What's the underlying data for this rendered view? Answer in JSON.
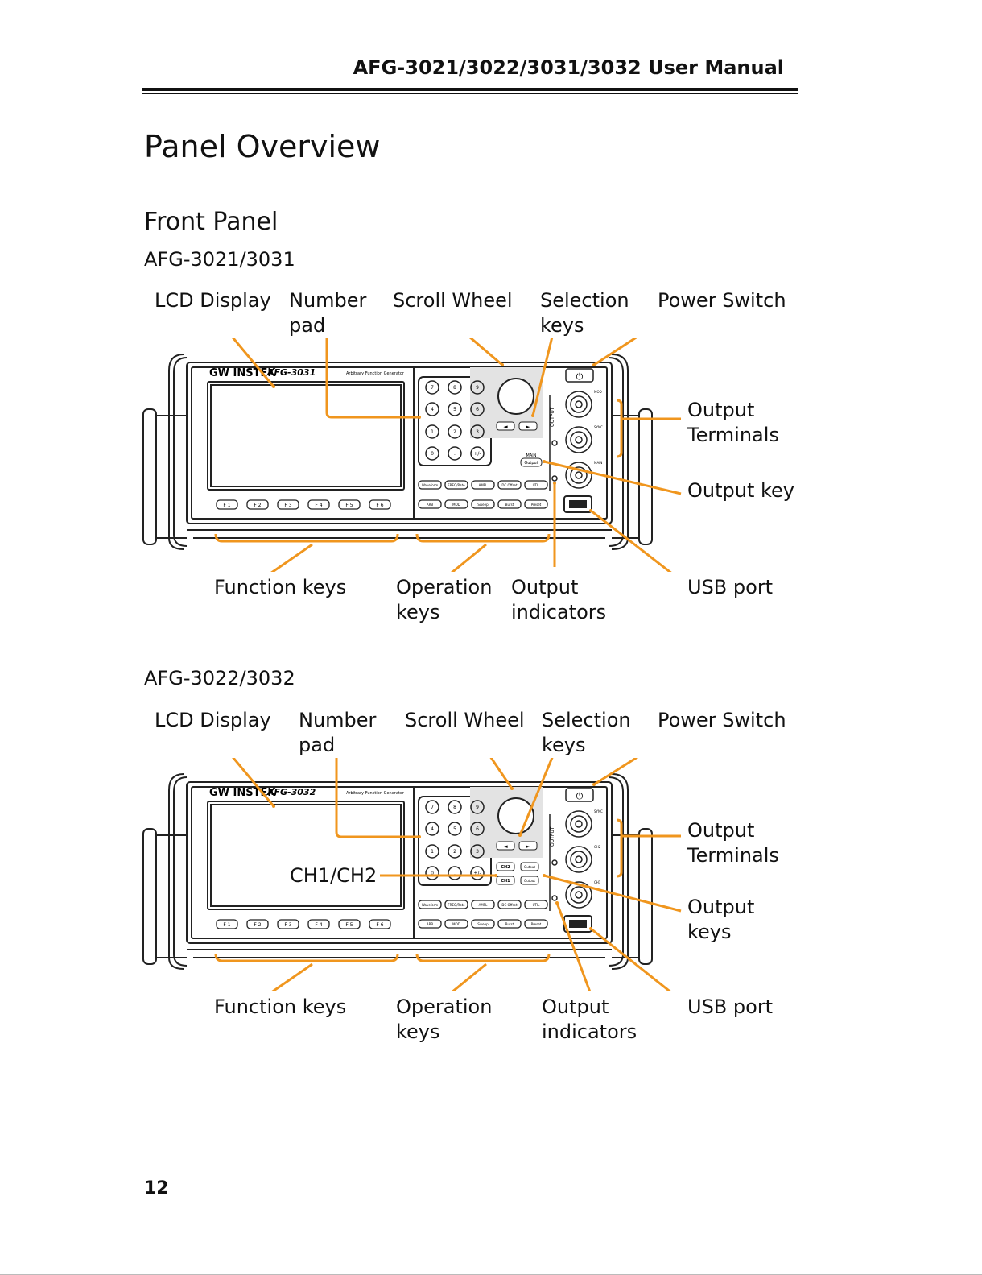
{
  "header": {
    "title": "AFG-3021/3022/3031/3032 User Manual"
  },
  "section": {
    "title": "Panel Overview",
    "subtitle": "Front Panel"
  },
  "page_number": "12",
  "diagrams": [
    {
      "model_heading": "AFG-3021/3031",
      "device": {
        "brand": "GW INSTEK",
        "model": "AFG-3031",
        "subtitle": "Arbitrary  Function  Generator",
        "keypad": [
          "7",
          "8",
          "9",
          "4",
          "5",
          "6",
          "1",
          "2",
          "3",
          "0",
          ".",
          "+/-"
        ],
        "function_keys": [
          "F 1",
          "F 2",
          "F 3",
          "F 4",
          "F 5",
          "F 6"
        ],
        "operation_keys_row1": [
          "Waveform",
          "FREQ/Rate",
          "AMPL",
          "DC Offset",
          "UTIL"
        ],
        "operation_keys_row2": [
          "ARB",
          "MOD",
          "Sweep",
          "Burst",
          "Preset"
        ],
        "output_label": "OUTPUT",
        "terminal_labels": [
          "MOD",
          "SYNC",
          "MAIN"
        ],
        "main_key_label": "MAIN",
        "output_key_label": "Output"
      },
      "labels": {
        "lcd_display": "LCD Display",
        "number_pad": [
          "Number",
          "pad"
        ],
        "scroll_wheel": "Scroll Wheel",
        "selection_keys": [
          "Selection",
          "keys"
        ],
        "power_switch": "Power Switch",
        "output_terminals": [
          "Output",
          "Terminals"
        ],
        "output_key": "Output key",
        "function_keys": "Function keys",
        "operation_keys": [
          "Operation",
          "keys"
        ],
        "output_indicators": [
          "Output",
          "indicators"
        ],
        "usb_port": "USB port"
      }
    },
    {
      "model_heading": "AFG-3022/3032",
      "device": {
        "brand": "GW INSTEK",
        "model": "AFG-3032",
        "subtitle": "Arbitrary  Function  Generator",
        "keypad": [
          "7",
          "8",
          "9",
          "4",
          "5",
          "6",
          "1",
          "2",
          "3",
          "0",
          ".",
          "+/-"
        ],
        "function_keys": [
          "F 1",
          "F 2",
          "F 3",
          "F 4",
          "F 5",
          "F 6"
        ],
        "operation_keys_row1": [
          "Waveform",
          "FREQ/Rate",
          "AMPL",
          "DC Offset",
          "UTIL"
        ],
        "operation_keys_row2": [
          "ARB",
          "MOD",
          "Sweep",
          "Burst",
          "Preset"
        ],
        "output_label": "OUTPUT",
        "terminal_labels": [
          "SYNC",
          "CH2",
          "CH1"
        ],
        "channel_keys": [
          "CH2",
          "CH1"
        ],
        "output_key_label": "Output"
      },
      "labels": {
        "lcd_display": "LCD Display",
        "number_pad": [
          "Number",
          "pad"
        ],
        "scroll_wheel": "Scroll Wheel",
        "selection_keys": [
          "Selection",
          "keys"
        ],
        "power_switch": "Power Switch",
        "output_terminals": [
          "Output",
          "Terminals"
        ],
        "ch1_ch2": "CH1/CH2",
        "output_keys": [
          "Output",
          "keys"
        ],
        "function_keys": "Function keys",
        "operation_keys": [
          "Operation",
          "keys"
        ],
        "output_indicators": [
          "Output",
          "indicators"
        ],
        "usb_port": "USB port"
      }
    }
  ],
  "colors": {
    "callout": "#f0961e",
    "text": "#111111"
  }
}
